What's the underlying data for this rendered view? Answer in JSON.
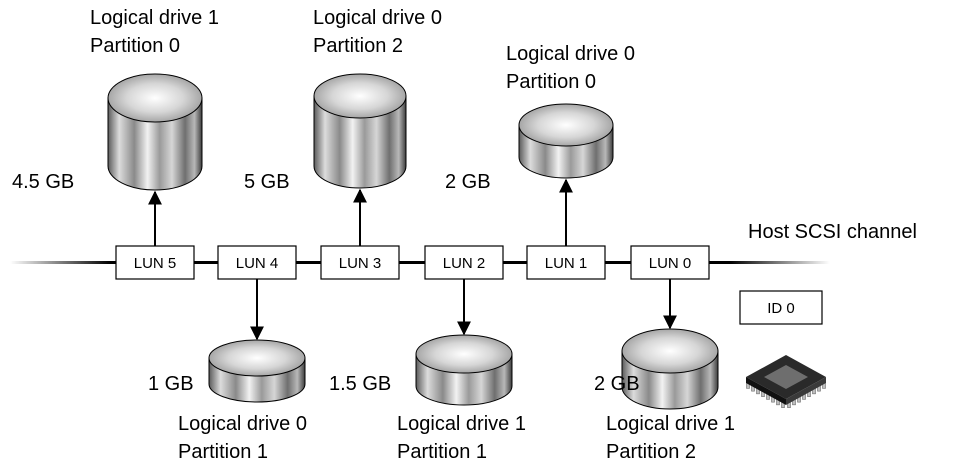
{
  "channel": {
    "label": "Host SCSI channel"
  },
  "controller": {
    "id_label": "ID 0",
    "icon": "chip-icon"
  },
  "luns": [
    {
      "label": "LUN 5",
      "direction": "up",
      "size": "4.5 GB",
      "drive": "Logical drive 1",
      "partition": "Partition 0"
    },
    {
      "label": "LUN 4",
      "direction": "down",
      "size": "1 GB",
      "drive": "Logical drive 0",
      "partition": "Partition 1"
    },
    {
      "label": "LUN 3",
      "direction": "up",
      "size": "5 GB",
      "drive": "Logical drive 0",
      "partition": "Partition 2"
    },
    {
      "label": "LUN 2",
      "direction": "down",
      "size": "1.5 GB",
      "drive": "Logical drive 1",
      "partition": "Partition 1"
    },
    {
      "label": "LUN 1",
      "direction": "up",
      "size": "2 GB",
      "drive": "Logical drive 0",
      "partition": "Partition 0"
    },
    {
      "label": "LUN 0",
      "direction": "down",
      "size": "2 GB",
      "drive": "Logical drive 1",
      "partition": "Partition 2"
    }
  ]
}
